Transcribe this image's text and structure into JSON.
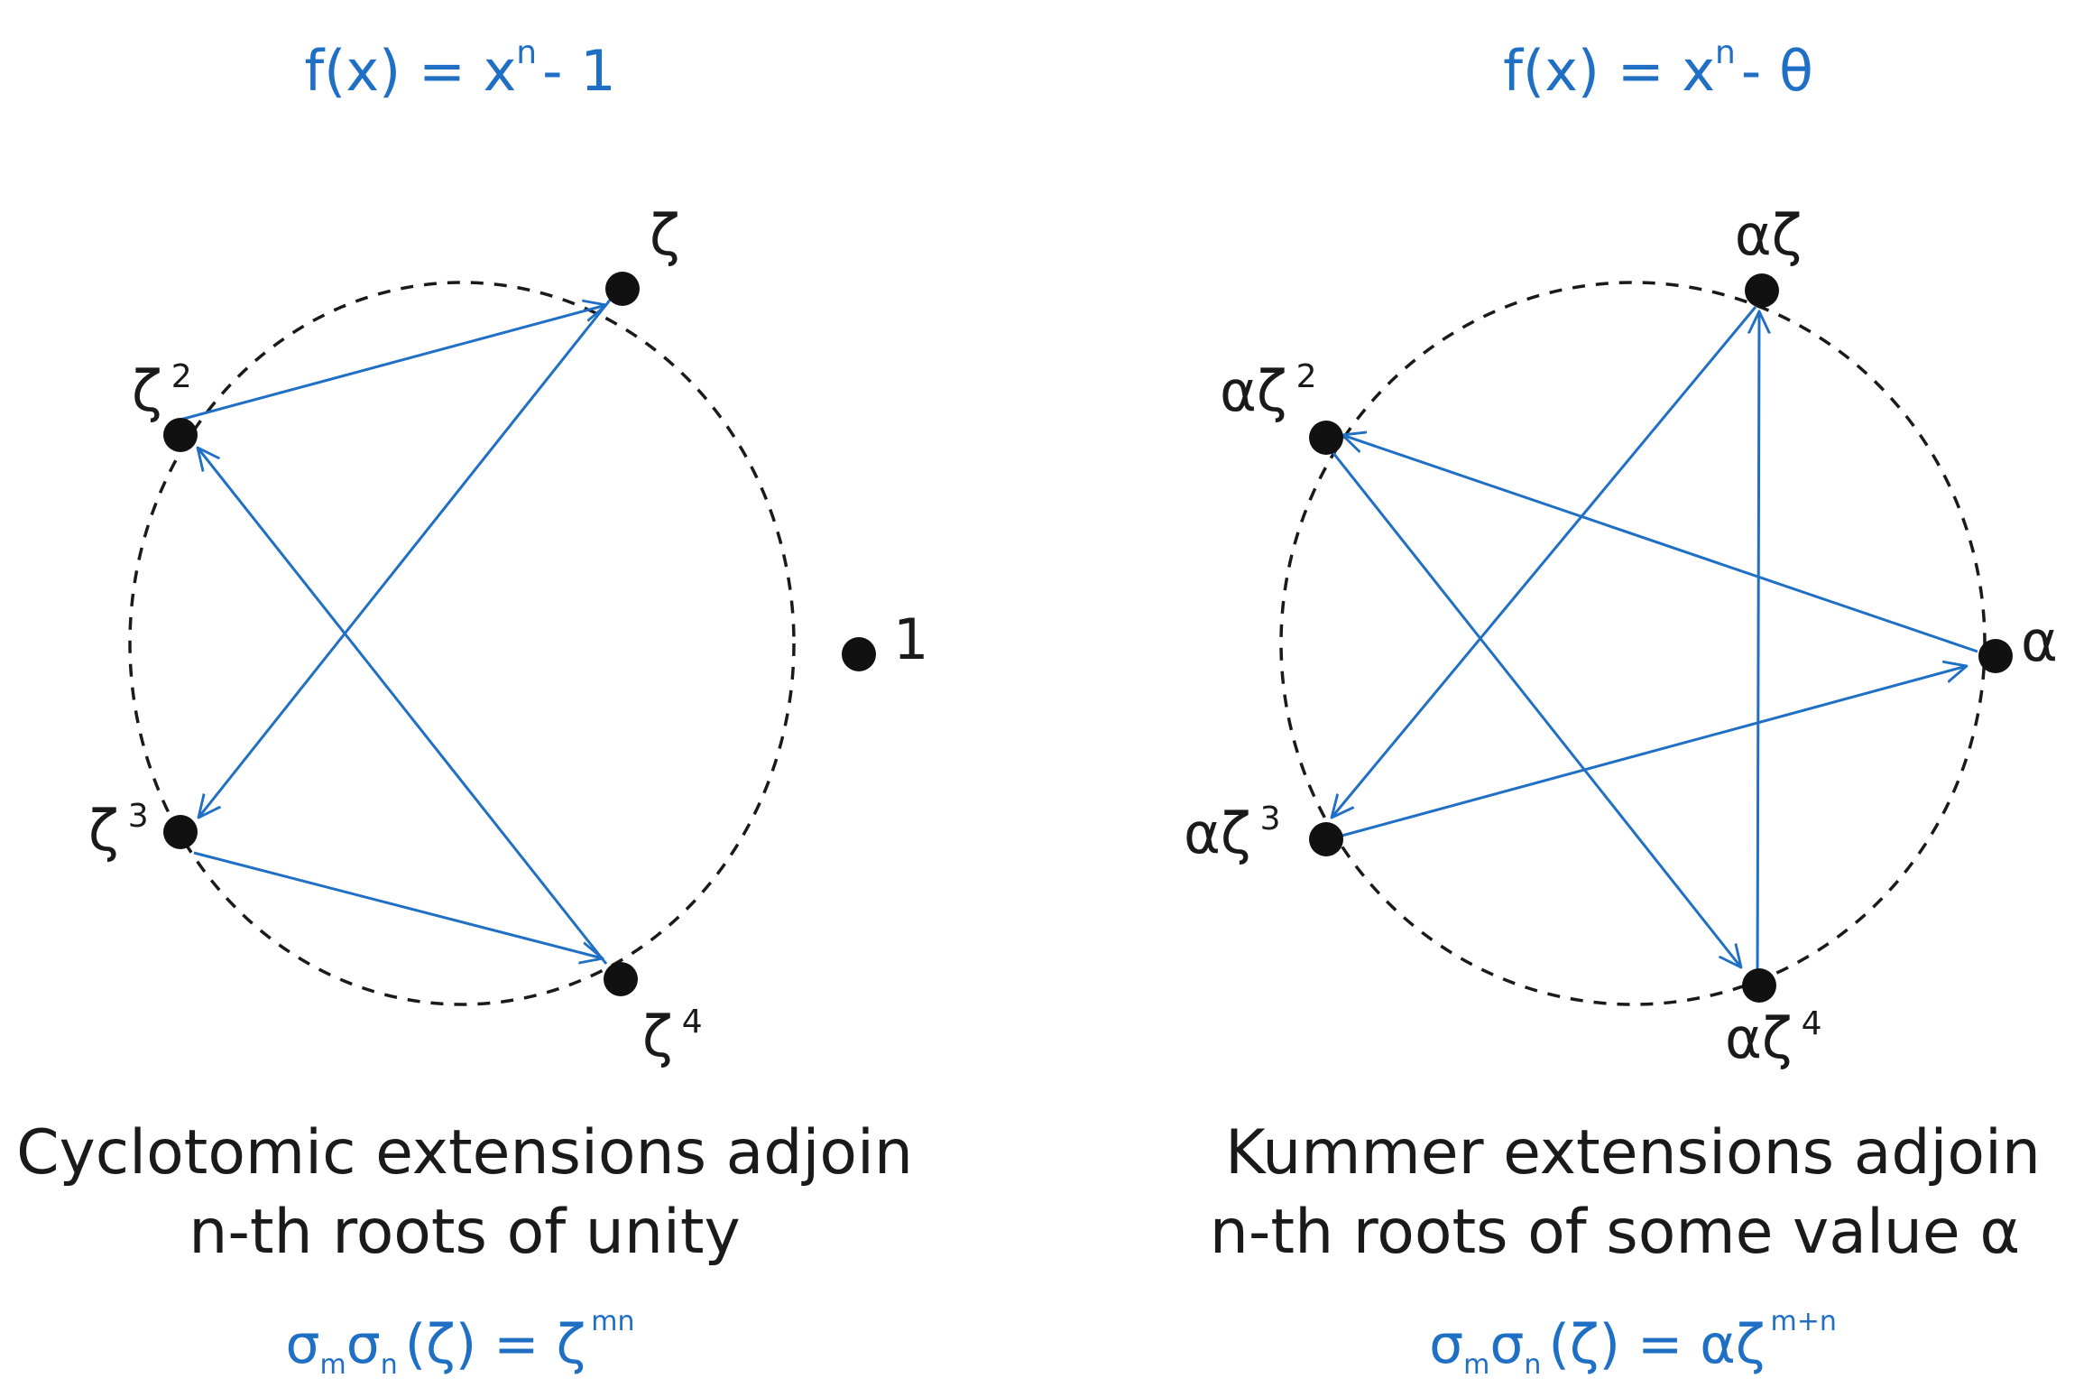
{
  "left": {
    "formula": {
      "main": "f(x) = x",
      "exp": "n",
      "tail": "- 1"
    },
    "caption": {
      "line1": "Cyclotomic extensions adjoin",
      "line2": "n-th roots of unity"
    },
    "relation": {
      "sigma1": "σ",
      "sub1": "m",
      "sigma2": "σ",
      "sub2": "n",
      "arg": "(ζ) = ζ",
      "exp": "mn"
    },
    "nodes": [
      {
        "base": "ζ",
        "exp": ""
      },
      {
        "base": "ζ",
        "exp": "2"
      },
      {
        "base": "1",
        "exp": ""
      },
      {
        "base": "ζ",
        "exp": "3"
      },
      {
        "base": "ζ",
        "exp": "4"
      }
    ]
  },
  "right": {
    "formula": {
      "main": "f(x) = x",
      "exp": "n",
      "tail": "- θ"
    },
    "caption": {
      "line1": "Kummer extensions adjoin",
      "line2": "n-th roots of some value α"
    },
    "relation": {
      "sigma1": "σ",
      "sub1": "m",
      "sigma2": "σ",
      "sub2": "n",
      "arg": "(ζ) = αζ",
      "exp": "m+n"
    },
    "nodes": [
      {
        "base": "αζ",
        "exp": ""
      },
      {
        "base": "αζ",
        "exp": "2"
      },
      {
        "base": "α",
        "exp": ""
      },
      {
        "base": "αζ",
        "exp": "3"
      },
      {
        "base": "αζ",
        "exp": "4"
      }
    ]
  },
  "colors": {
    "accent": "#1f6fc5",
    "ink": "#1a1a1a"
  }
}
